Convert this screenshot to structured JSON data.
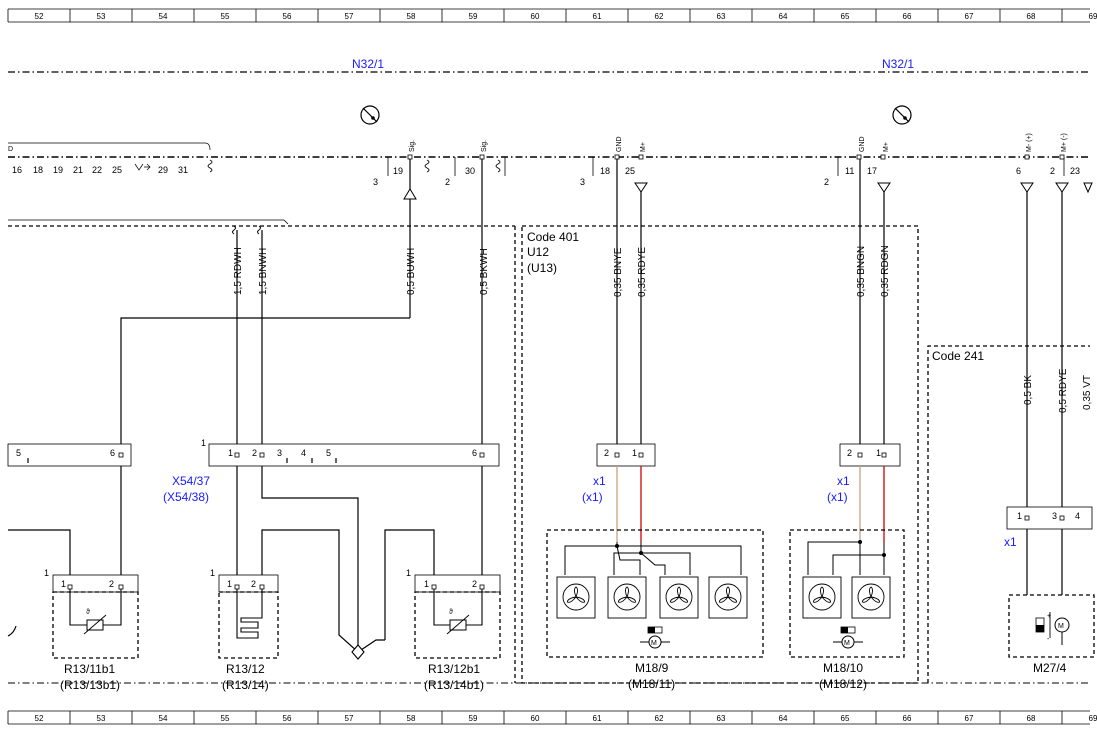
{
  "ruler": [
    "52",
    "53",
    "54",
    "55",
    "56",
    "57",
    "58",
    "59",
    "60",
    "61",
    "62",
    "63",
    "64",
    "65",
    "66",
    "67",
    "68",
    "69"
  ],
  "modules": {
    "left": "N32/1",
    "right": "N32/1"
  },
  "pins": {
    "strip": [
      "16",
      "18",
      "19",
      "21",
      "22",
      "25",
      "29",
      "31"
    ],
    "p19": "19",
    "p30": "30",
    "p18": "18",
    "p25": "25",
    "p11": "11",
    "p17": "17",
    "p6": "6",
    "p2": "2",
    "p23": "23"
  },
  "pin_tags": {
    "sig1": "Sig.",
    "sig2": "Sig.",
    "gnd1": "GND",
    "mplus1": "M+",
    "gnd2": "GND",
    "mplus2": "M+",
    "mminus_plus": "M- (+)",
    "mplus_minus": "M+ (-)"
  },
  "side_numbers": {
    "n3a": "3",
    "n2a": "2",
    "n3b": "3",
    "n2b": "2"
  },
  "codes": {
    "c401": "Code 401",
    "u12": "U12",
    "u13": "(U13)",
    "c241": "Code 241"
  },
  "wires": {
    "w1": "1,5 RDWH",
    "w2": "1,5 BNWH",
    "w3": "0,5 BUWH",
    "w4": "0,5 BKWH",
    "w5": "0,35 BNYE",
    "w6": "0,35 RDYE",
    "w7": "0,35 BNGN",
    "w8": "0,35 RDGN",
    "w9": "0,5 BK",
    "w10": "0,5 RDYE",
    "w11": "0,35 VT"
  },
  "connectors": {
    "c_left_5": "5",
    "c_left_6": "6",
    "x54_1": "1",
    "x54_pin1": "1",
    "x54_pin2": "2",
    "x54_pin3": "3",
    "x54_pin4": "4",
    "x54_pin5": "5",
    "x54_pin6": "6",
    "x54_name": "X54/37",
    "x54_alt": "(X54/38)",
    "x1a_p2": "2",
    "x1a_p1": "1",
    "x1a_name": "x1",
    "x1a_alt": "(x1)",
    "x1b_p2": "2",
    "x1b_p1": "1",
    "x1b_name": "x1",
    "x1b_alt": "(x1)",
    "x1c_p1": "1",
    "x1c_p3": "3",
    "x1c_p4": "4",
    "x1c_name": "x1"
  },
  "components": {
    "r13_11b1": "R13/11b1",
    "r13_13b1": "(R13/13b1)",
    "r13_12": "R13/12",
    "r13_14": "(R13/14)",
    "r13_12b1": "R13/12b1",
    "r13_14b1": "(R13/14b1)",
    "m18_9": "M18/9",
    "m18_11": "(M18/11)",
    "m18_10": "M18/10",
    "m18_12": "(M18/12)",
    "m27_4": "M27/4"
  },
  "comp_pins": {
    "a1": "1",
    "a_p1": "1",
    "a_p2": "2",
    "b1": "1",
    "b_p1": "1",
    "b_p2": "2",
    "c1": "1",
    "c_p1": "1",
    "c_p2": "2"
  },
  "colors": {
    "wire": "#000000",
    "blue_label": "#1a1aff",
    "red_wire": "#d40000",
    "tan_wire": "#c8a080"
  }
}
